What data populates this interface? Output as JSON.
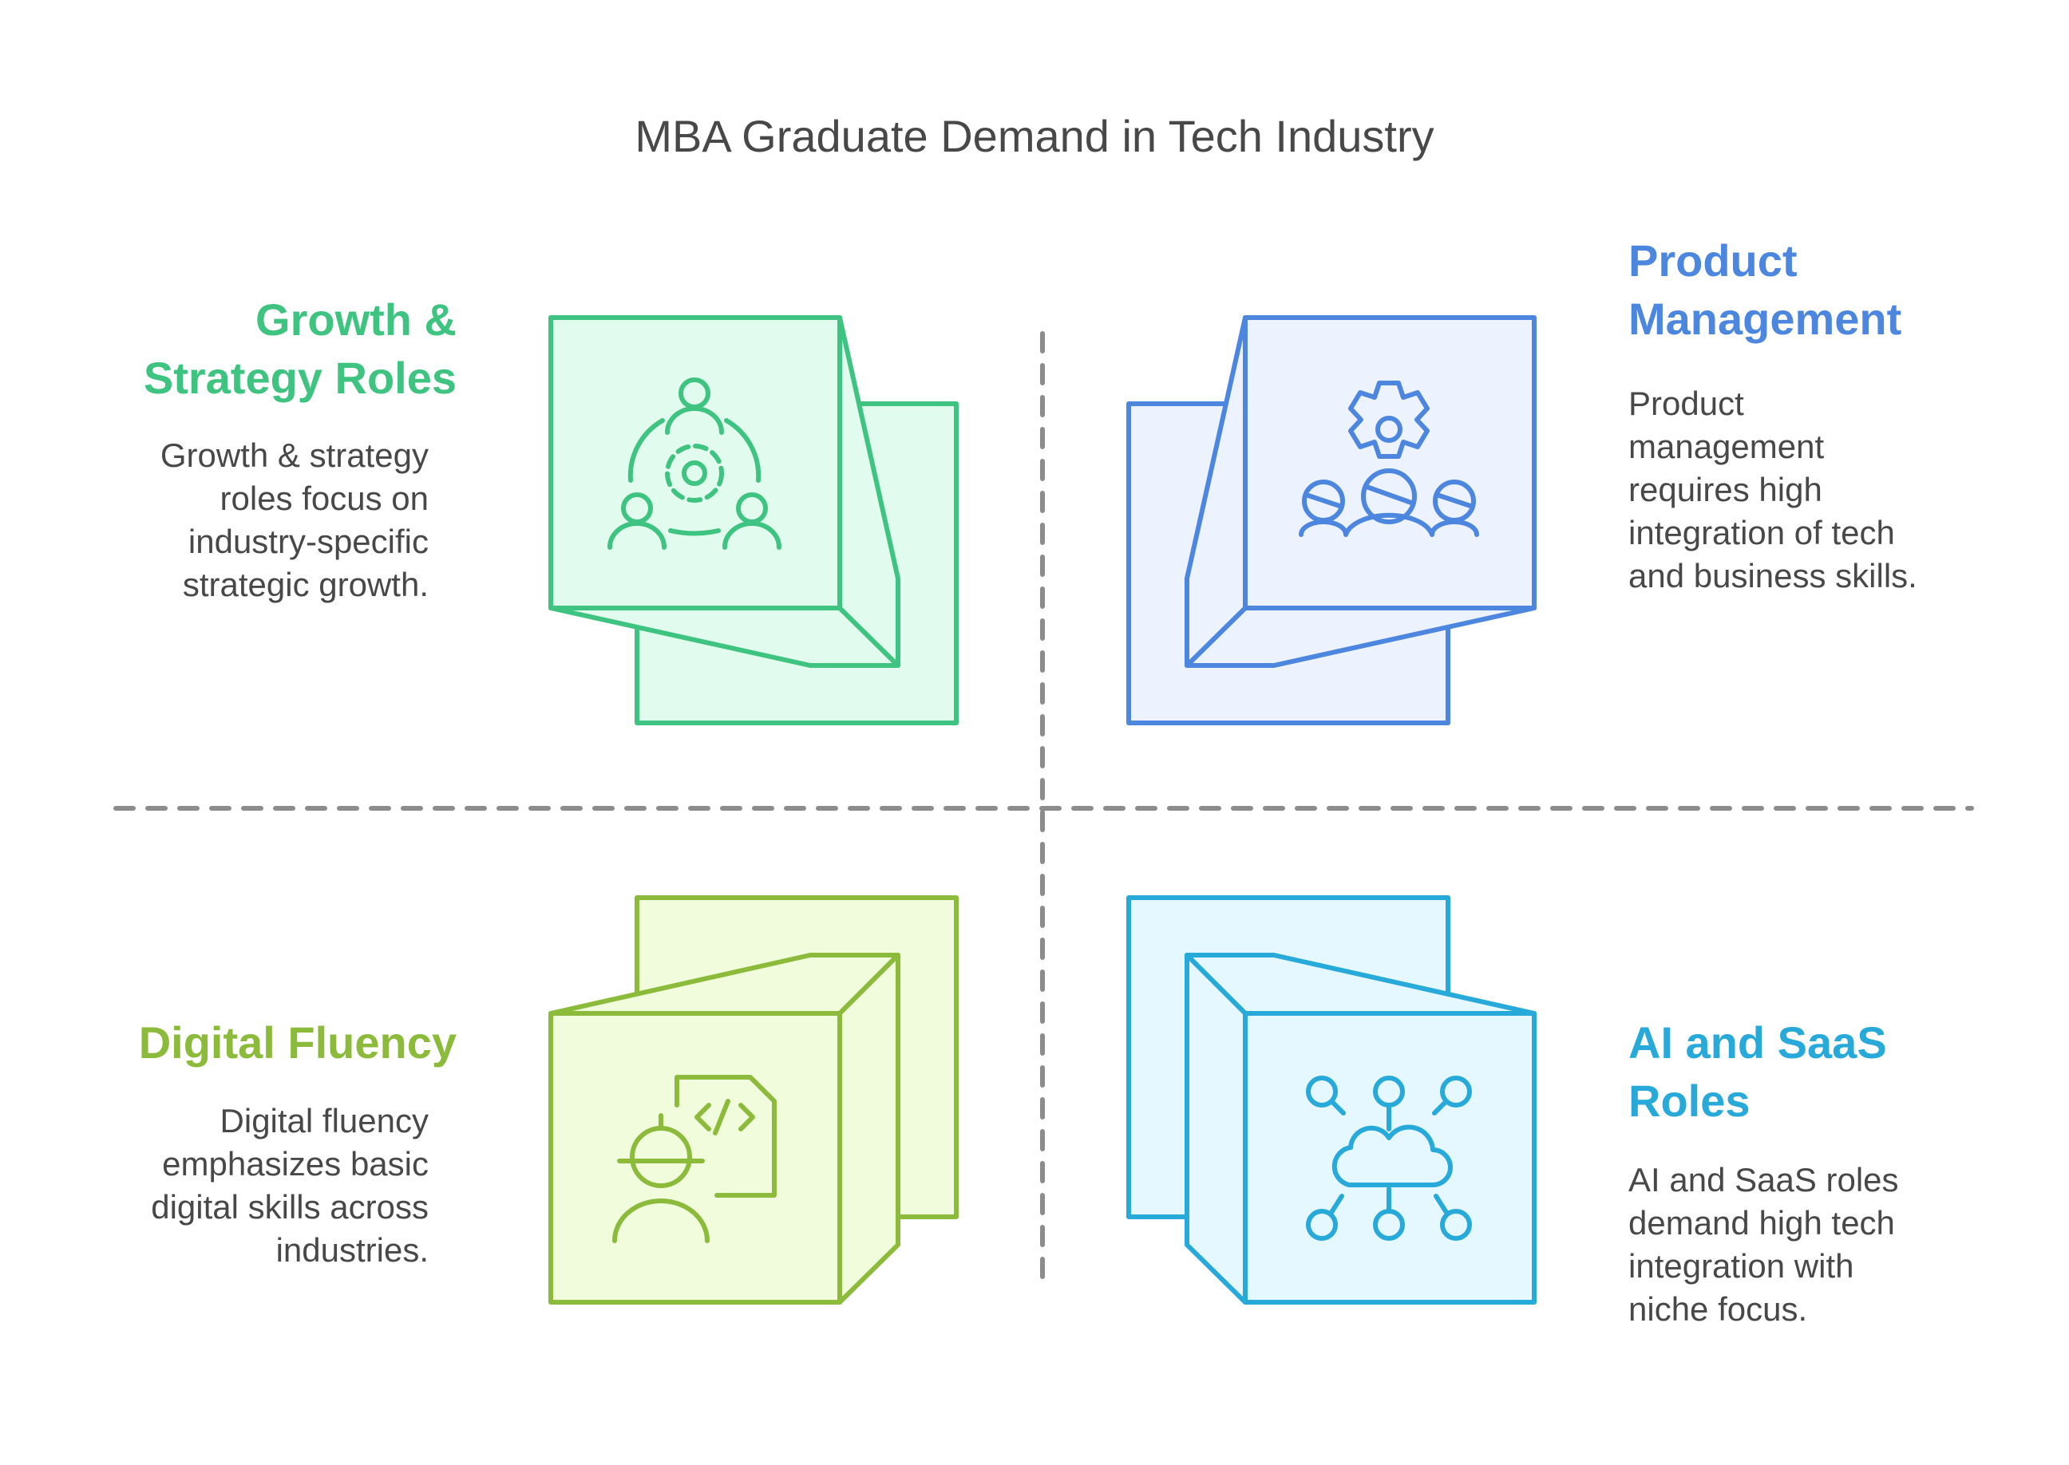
{
  "title": "MBA Graduate Demand in Tech Industry",
  "quadrants": {
    "growth": {
      "heading_line1": "Growth &",
      "heading_line2": "Strategy Roles",
      "desc": [
        "Growth & strategy",
        "roles focus on",
        "industry-specific",
        "strategic growth."
      ],
      "color": "#3FC380",
      "fill": "#E1FBEE",
      "icon": "team-strategy-icon"
    },
    "product": {
      "heading_line1": "Product",
      "heading_line2": "Management",
      "desc": [
        "Product",
        "management",
        "requires high",
        "integration of tech",
        "and business skills."
      ],
      "color": "#4C86DF",
      "fill": "#ECF3FF",
      "icon": "team-gear-icon"
    },
    "digital": {
      "heading_line1": "Digital Fluency",
      "desc": [
        "Digital fluency",
        "emphasizes basic",
        "digital skills across",
        "industries."
      ],
      "color": "#8CBB3B",
      "fill": "#F1FCDD",
      "icon": "developer-code-icon"
    },
    "ai": {
      "heading_line1": "AI and SaaS",
      "heading_line2": "Roles",
      "desc": [
        "AI and SaaS roles",
        "demand high tech",
        "integration with",
        "niche focus."
      ],
      "color": "#27A9D9",
      "fill": "#E6F8FF",
      "icon": "cloud-network-icon"
    }
  }
}
